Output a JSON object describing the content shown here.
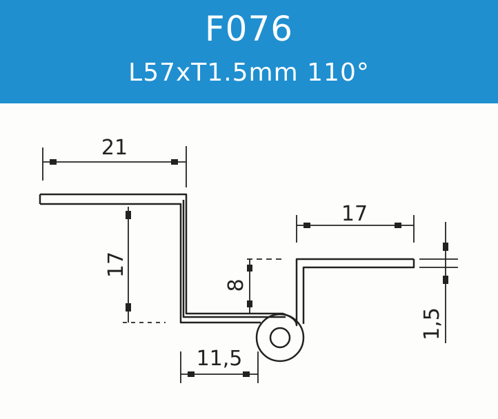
{
  "header": {
    "code": "F076",
    "spec": "L57xT1.5mm 110°",
    "background": "#1f8fd0",
    "text_color": "#ffffff"
  },
  "drawing": {
    "dimensions": {
      "top_width": "21",
      "left_height": "17",
      "right_width": "17",
      "middle_height": "8",
      "bottom_offset": "11,5",
      "thickness": "1,5"
    }
  }
}
